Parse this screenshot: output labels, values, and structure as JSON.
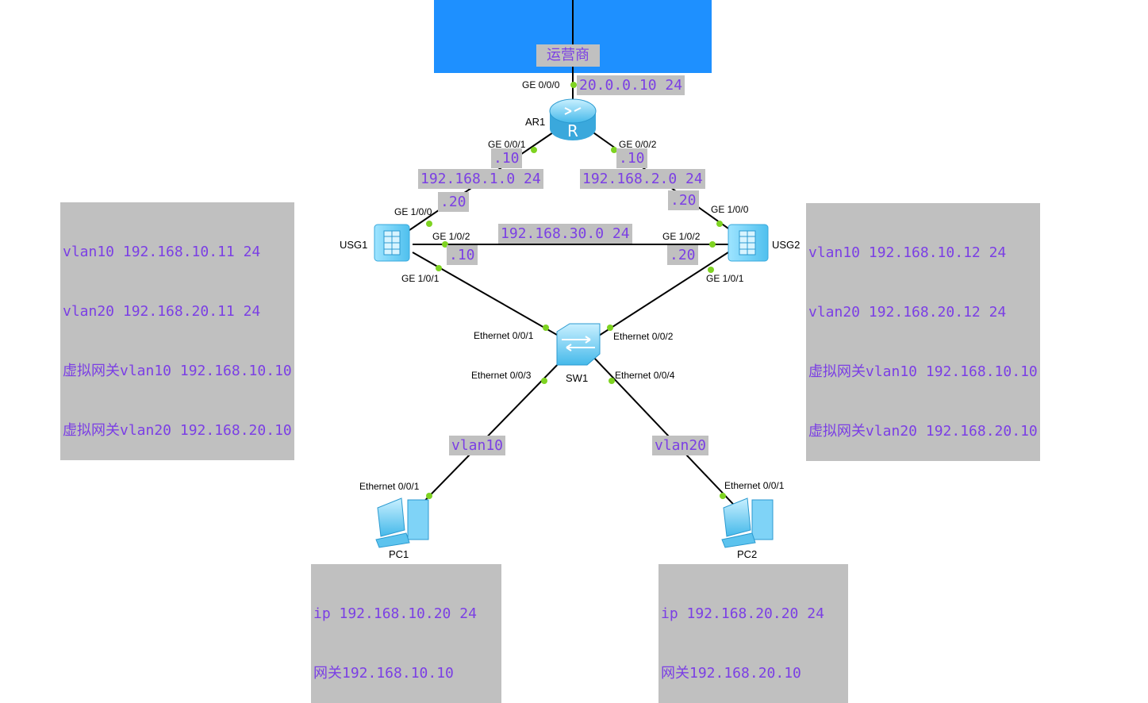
{
  "isp": {
    "label": "运营商",
    "color": "#1e90ff"
  },
  "devices": {
    "ar1": {
      "name": "AR1"
    },
    "usg1": {
      "name": "USG1"
    },
    "usg2": {
      "name": "USG2"
    },
    "sw1": {
      "name": "SW1"
    },
    "pc1": {
      "name": "PC1"
    },
    "pc2": {
      "name": "PC2"
    }
  },
  "ports": {
    "ar1_ge000": "GE 0/0/0",
    "ar1_ge001": "GE 0/0/1",
    "ar1_ge002": "GE 0/0/2",
    "usg1_ge100": "GE 1/0/0",
    "usg1_ge102": "GE 1/0/2",
    "usg1_ge101": "GE 1/0/1",
    "usg2_ge100": "GE 1/0/0",
    "usg2_ge102": "GE 1/0/2",
    "usg2_ge101": "GE 1/0/1",
    "sw1_e001": "Ethernet 0/0/1",
    "sw1_e002": "Ethernet 0/0/2",
    "sw1_e003": "Ethernet 0/0/3",
    "sw1_e004": "Ethernet 0/0/4",
    "pc1_e001": "Ethernet 0/0/1",
    "pc2_e001": "Ethernet 0/0/1"
  },
  "notes": {
    "ar1_wan_ip": "20.0.0.10 24",
    "ar1_usg1_host": ".10",
    "net_usg1": "192.168.1.0 24",
    "usg1_host": ".20",
    "ar1_usg2_host": ".10",
    "net_usg2": "192.168.2.0 24",
    "usg2_host": ".20",
    "net_hrp": "192.168.30.0 24",
    "usg1_hrp_host": ".10",
    "usg2_hrp_host": ".20",
    "usg1_cfg": [
      "vlan10 192.168.10.11 24",
      "vlan20 192.168.20.11 24",
      "虚拟网关vlan10 192.168.10.10",
      "虚拟网关vlan20 192.168.20.10"
    ],
    "usg2_cfg": [
      "vlan10 192.168.10.12 24",
      "vlan20 192.168.20.12 24",
      "虚拟网关vlan10 192.168.10.10",
      "虚拟网关vlan20 192.168.20.10"
    ],
    "vlan_pc1": "vlan10",
    "vlan_pc2": "vlan20",
    "pc1_cfg": [
      "ip 192.168.10.20 24",
      "网关192.168.10.10"
    ],
    "pc2_cfg": [
      "ip 192.168.20.20 24",
      "网关192.168.20.10"
    ]
  },
  "colors": {
    "note_bg": "#c0c0c0",
    "note_text": "#7b3fe4",
    "link": "#000000",
    "port_dot": "#7ed321",
    "device_body": "#7fd3f7"
  }
}
